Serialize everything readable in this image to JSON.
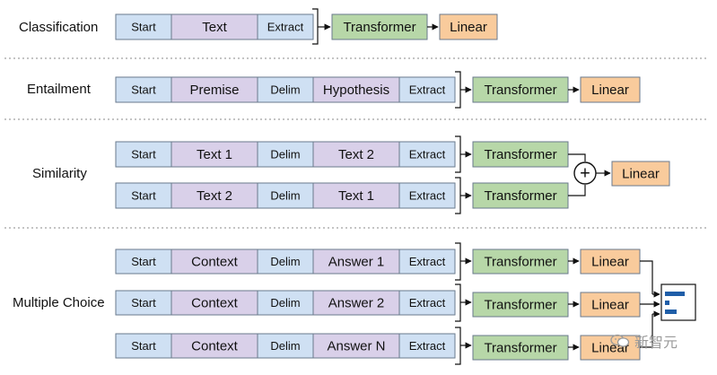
{
  "colors": {
    "start": "#cfe0f3",
    "text": "#d9d0e9",
    "delim": "#cfe0f3",
    "extract": "#cfe0f3",
    "transformer": "#b7d7a8",
    "linear": "#f9cb9c",
    "stroke": "#6a7a8c"
  },
  "tasks": {
    "classification": {
      "label": "Classification",
      "tokens": [
        "Start",
        "Text",
        "Extract"
      ],
      "transformer": "Transformer",
      "linear": "Linear"
    },
    "entailment": {
      "label": "Entailment",
      "tokens": [
        "Start",
        "Premise",
        "Delim",
        "Hypothesis",
        "Extract"
      ],
      "transformer": "Transformer",
      "linear": "Linear"
    },
    "similarity": {
      "label": "Similarity",
      "rows": [
        [
          "Start",
          "Text 1",
          "Delim",
          "Text 2",
          "Extract"
        ],
        [
          "Start",
          "Text 2",
          "Delim",
          "Text 1",
          "Extract"
        ]
      ],
      "transformer": "Transformer",
      "plus": "+",
      "linear": "Linear"
    },
    "multiple_choice": {
      "label": "Multiple Choice",
      "rows": [
        [
          "Start",
          "Context",
          "Delim",
          "Answer 1",
          "Extract"
        ],
        [
          "Start",
          "Context",
          "Delim",
          "Answer 2",
          "Extract"
        ],
        [
          "Start",
          "Context",
          "Delim",
          "Answer N",
          "Extract"
        ]
      ],
      "transformer": "Transformer",
      "linear": "Linear"
    }
  },
  "watermark": {
    "text": "新智元",
    "icon": "wechat-icon"
  }
}
